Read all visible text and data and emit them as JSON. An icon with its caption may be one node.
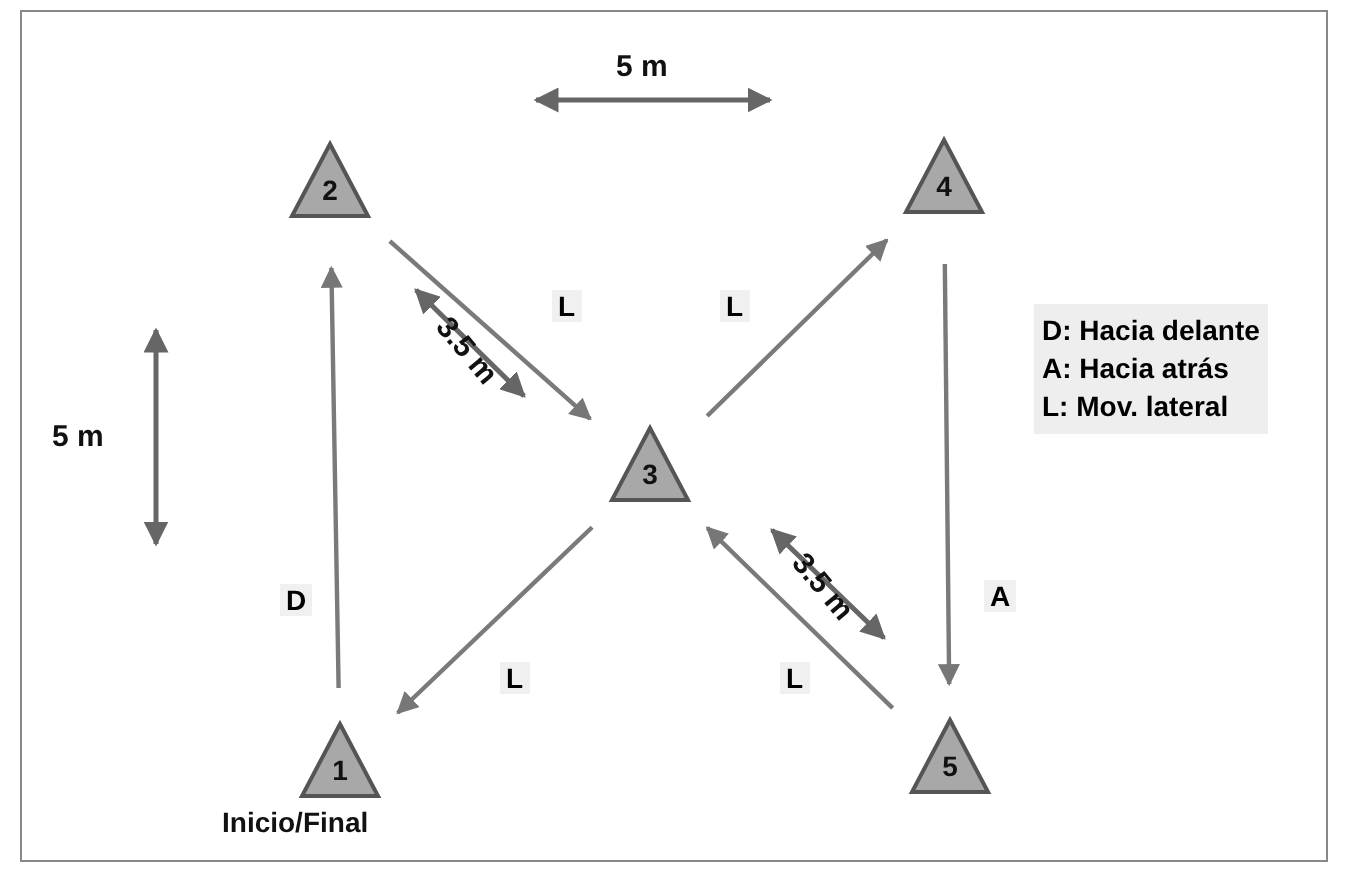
{
  "diagram": {
    "nodes": [
      {
        "text": [
          "2"
        ]
      },
      {
        "text": [
          "4"
        ]
      },
      {
        "text": [
          "3"
        ]
      },
      {
        "text": [
          "1"
        ],
        "beside": [
          "Inicio/Final"
        ]
      },
      {
        "text": [
          "5"
        ]
      }
    ],
    "edges": [
      {
        "from": 3,
        "to": 0,
        "arrow": "to",
        "label": "D"
      },
      {
        "from": 0,
        "to": 2,
        "arrow": "to",
        "label": "L"
      },
      {
        "from": 2,
        "to": 1,
        "arrow": "to",
        "label": "L"
      },
      {
        "from": 1,
        "to": 4,
        "arrow": "to",
        "label": "A"
      },
      {
        "from": 4,
        "to": 2,
        "arrow": "to",
        "label": "L"
      },
      {
        "from": 2,
        "to": 3,
        "arrow": "to",
        "label": "L"
      }
    ],
    "labels": [
      "5 m",
      "5 m",
      "3.5 m",
      "3.5 m",
      "D: Hacia delante",
      "A: Hacia atrás",
      "L: Mov. lateral"
    ]
  }
}
